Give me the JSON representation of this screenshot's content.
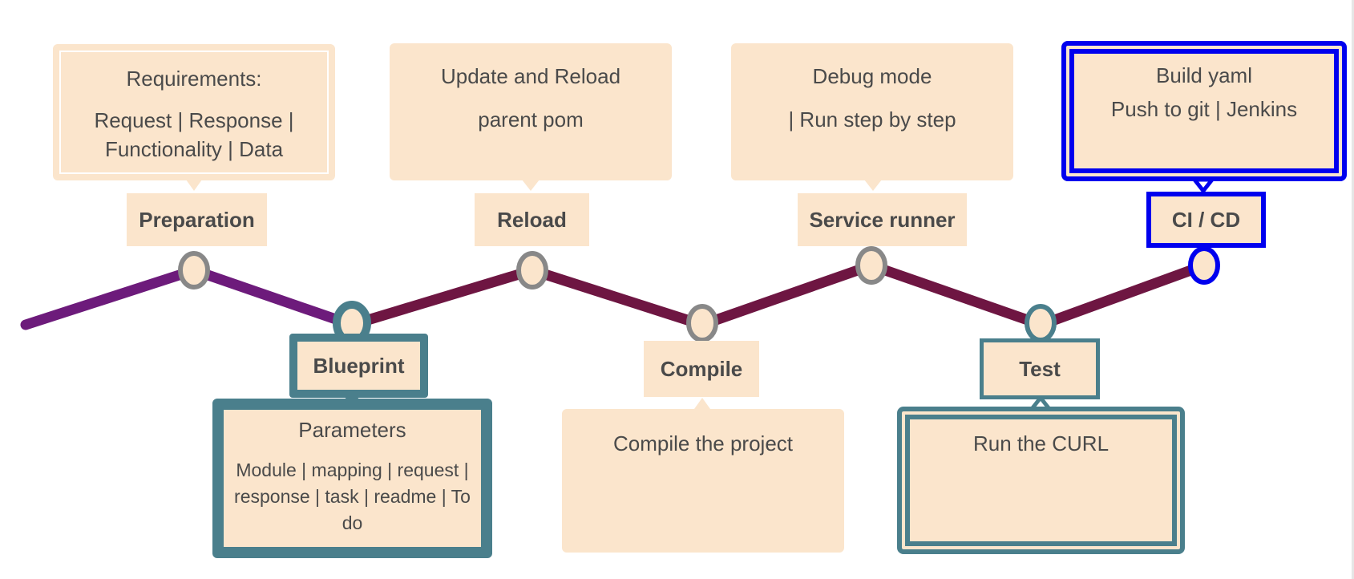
{
  "colors": {
    "line_start": "#6d1b7b",
    "line_main": "#6e1642",
    "box_fill": "#fbe5cc",
    "teal": "#4a7f8c",
    "selected_blue": "#0000ee",
    "node_grey": "#888888",
    "text": "#4a4a4a"
  },
  "steps": [
    {
      "label": "Preparation",
      "note_title": "Requirements:",
      "note_body": "Request | Response | Functionality | Data"
    },
    {
      "label": "Blueprint",
      "note_title": "Parameters",
      "note_body": "Module | mapping | request | response | task | readme | To do"
    },
    {
      "label": "Reload",
      "note_title": "Update and Reload",
      "note_body": "parent pom"
    },
    {
      "label": "Compile",
      "note_title": "Compile the project",
      "note_body": ""
    },
    {
      "label": "Service runner",
      "note_title": "Debug mode",
      "note_body": "| Run step by step"
    },
    {
      "label": "Test",
      "note_title": "Run the CURL",
      "note_body": ""
    },
    {
      "label": "CI / CD",
      "note_title": "Build yaml",
      "note_body": "Push to git | Jenkins"
    }
  ]
}
